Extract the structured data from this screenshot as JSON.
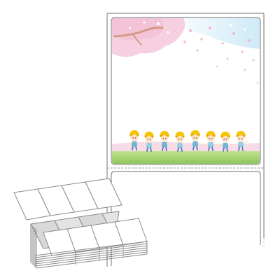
{
  "product": {
    "illustration_name": "label-roll-and-fanfold-stack",
    "theme": "cherry-blossom-kids",
    "kids_count": 8,
    "label_rows_shown": 2
  },
  "colors": {
    "outline": "#8a8a8a",
    "sky": "#cdeaf6",
    "blossom": "#f5c9dc",
    "branch": "#d9a28b",
    "grass": "#9ccf6a",
    "ground_pink": "#f7d6e4",
    "helmet": "#f5c400",
    "shirt": "#6fb6dd",
    "skin": "#ffe1c6",
    "hair": "#5b3b2b"
  }
}
